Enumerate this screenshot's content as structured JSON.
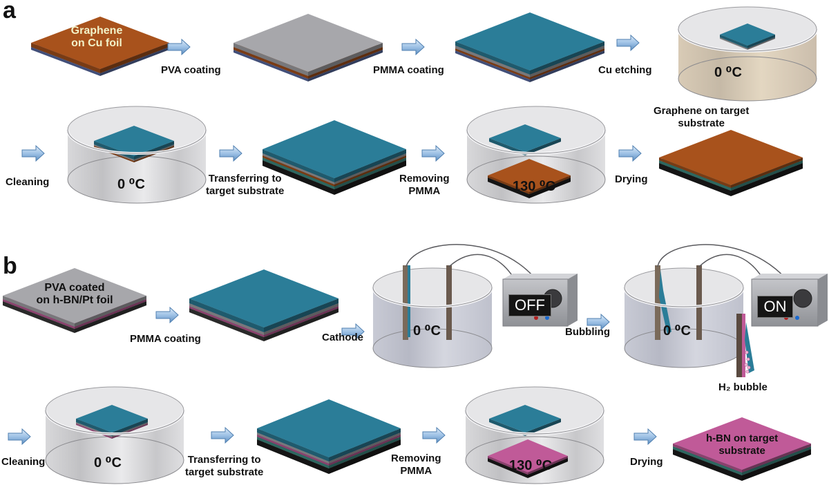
{
  "panels": [
    "a",
    "b"
  ],
  "a": {
    "sample_label": [
      "Graphene",
      "on Cu foil"
    ],
    "steps": {
      "pva": "PVA coating",
      "pmma": "PMMA coating",
      "etch": "Cu etching",
      "clean": "Cleaning",
      "transfer": [
        "Transferring to",
        "target substrate"
      ],
      "remove": [
        "Removing",
        "PMMA"
      ],
      "dry": "Drying"
    },
    "result": [
      "Graphene on target",
      "substrate"
    ],
    "temps": {
      "etch": "0 ⁰C",
      "clean": "0 ⁰C",
      "remove": "130 ⁰C"
    }
  },
  "b": {
    "sample_label": [
      "PVA coated",
      "on h-BN/Pt foil"
    ],
    "steps": {
      "pmma": "PMMA coating",
      "cathode": "Cathode",
      "bubbling": "Bubbling",
      "clean": "Cleaning",
      "transfer": [
        "Transferring to",
        "target substrate"
      ],
      "remove": [
        "Removing",
        "PMMA"
      ],
      "dry": "Drying"
    },
    "switch": {
      "off": "OFF",
      "on": "ON"
    },
    "h2": "H₂ bubble",
    "result": [
      "h-BN on target",
      "substrate"
    ],
    "temps": {
      "cathode": "0 ⁰C",
      "bubbling": "0 ⁰C",
      "clean": "0 ⁰C",
      "remove": "130 ⁰C"
    }
  },
  "colors": {
    "copper": "#a8521c",
    "pva": "#a7a7ab",
    "pmma": "#2b7d98",
    "hbn": "#c05a98",
    "substrate": "#1d1d1d",
    "teal": "#3f8f86",
    "arrow": "#9fc2e6"
  }
}
